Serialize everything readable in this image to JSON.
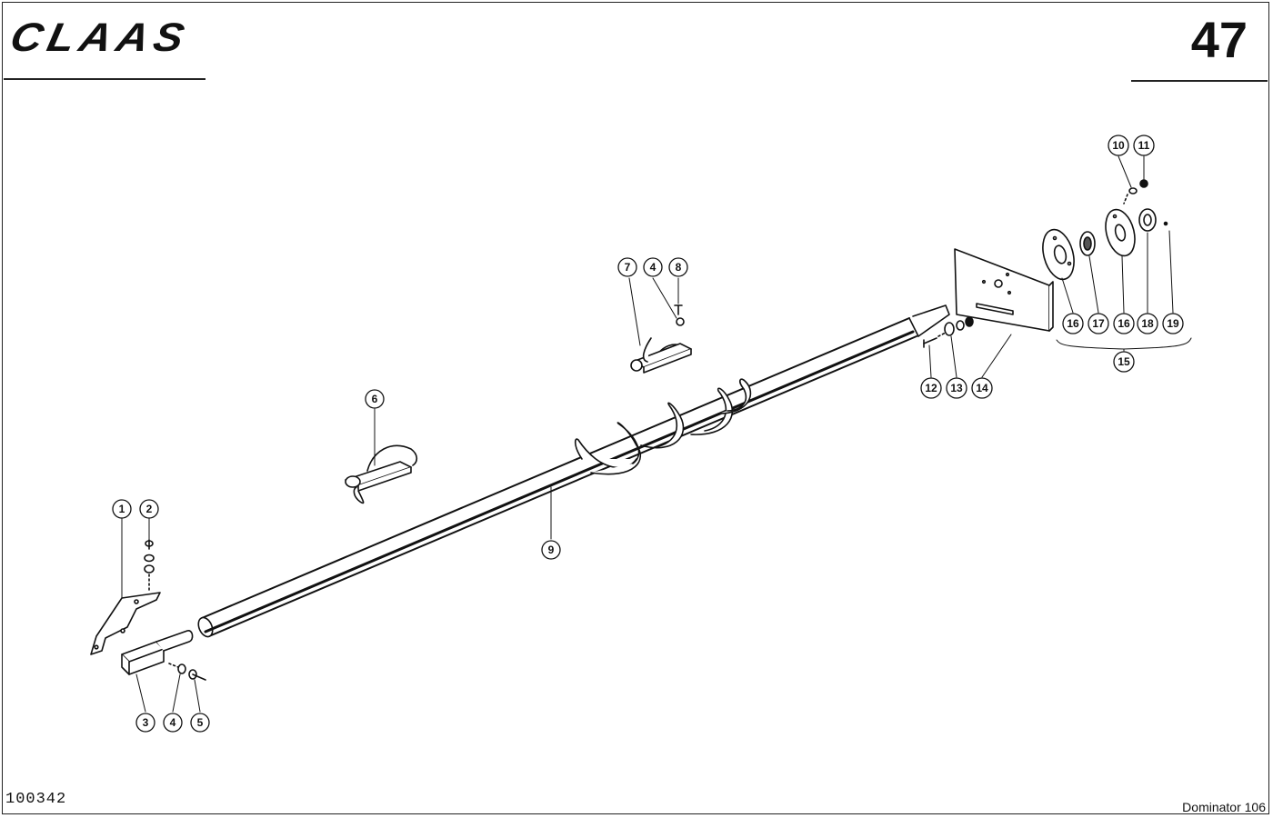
{
  "header": {
    "brand": "CLAAS",
    "page_number": "47"
  },
  "footer": {
    "drawing_number": "100342",
    "model": "Dominator 106"
  },
  "callouts": [
    {
      "id": "c1",
      "label": "1"
    },
    {
      "id": "c2",
      "label": "2"
    },
    {
      "id": "c3",
      "label": "3"
    },
    {
      "id": "c4a",
      "label": "4"
    },
    {
      "id": "c5",
      "label": "5"
    },
    {
      "id": "c6",
      "label": "6"
    },
    {
      "id": "c7",
      "label": "7"
    },
    {
      "id": "c4b",
      "label": "4"
    },
    {
      "id": "c8",
      "label": "8"
    },
    {
      "id": "c9",
      "label": "9"
    },
    {
      "id": "c10",
      "label": "10"
    },
    {
      "id": "c11",
      "label": "11"
    },
    {
      "id": "c12",
      "label": "12"
    },
    {
      "id": "c13",
      "label": "13"
    },
    {
      "id": "c14",
      "label": "14"
    },
    {
      "id": "c15",
      "label": "15"
    },
    {
      "id": "c16a",
      "label": "16"
    },
    {
      "id": "c17",
      "label": "17"
    },
    {
      "id": "c16b",
      "label": "16"
    },
    {
      "id": "c18",
      "label": "18"
    },
    {
      "id": "c19",
      "label": "19"
    }
  ]
}
